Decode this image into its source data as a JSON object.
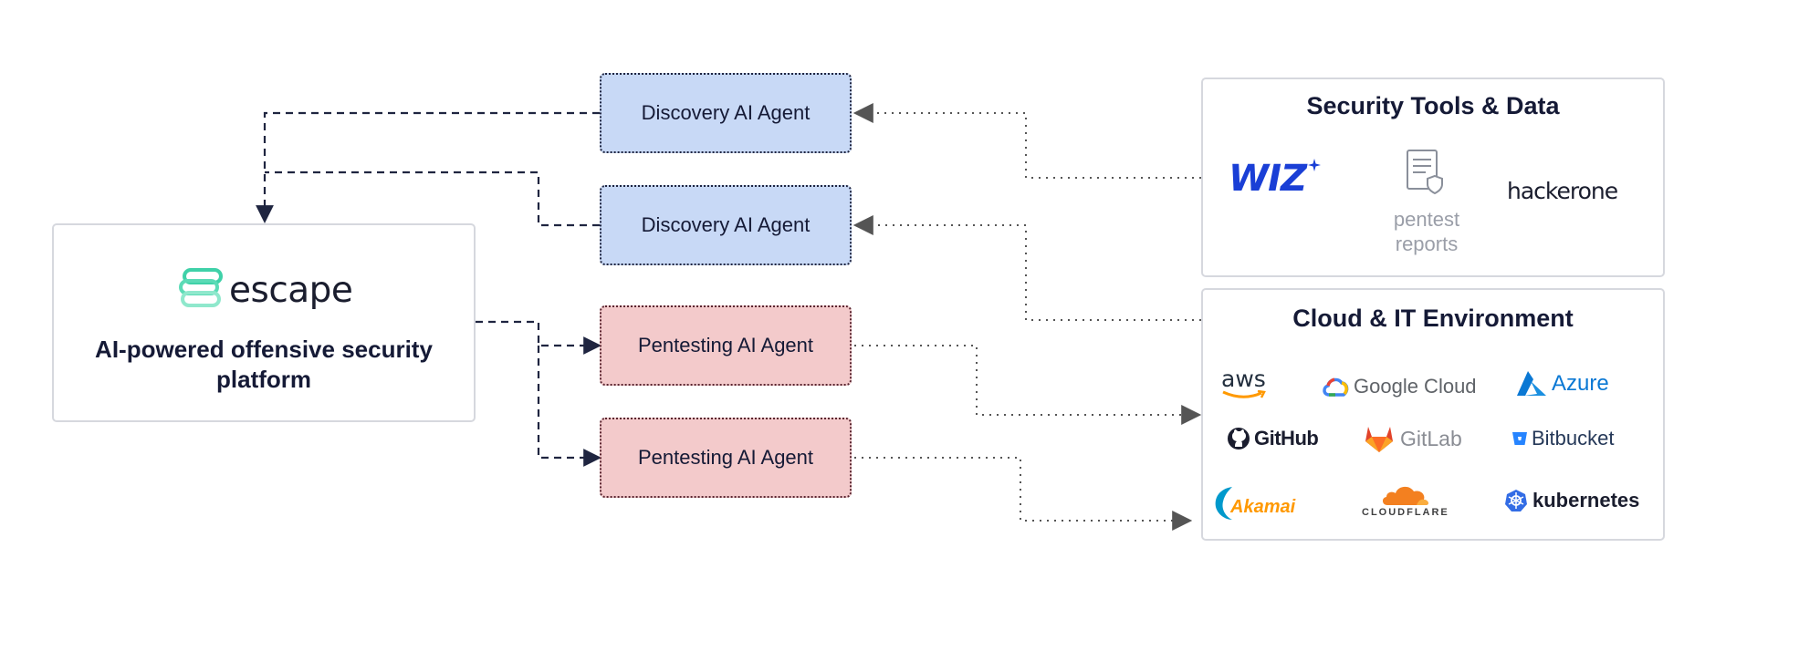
{
  "platform": {
    "logo_text": "escape",
    "description_line1": "AI-powered offensive security",
    "description_line2": "platform"
  },
  "agents": [
    {
      "label": "Discovery AI Agent",
      "kind": "discovery"
    },
    {
      "label": "Discovery AI Agent",
      "kind": "discovery"
    },
    {
      "label": "Pentesting AI Agent",
      "kind": "pentesting"
    },
    {
      "label": "Pentesting AI Agent",
      "kind": "pentesting"
    }
  ],
  "security_tools": {
    "title": "Security Tools & Data",
    "items": [
      {
        "label": "WIZ",
        "icon": "wiz-logo"
      },
      {
        "label_line1": "pentest",
        "label_line2": "reports",
        "icon": "document-shield-icon"
      },
      {
        "label": "hackerone",
        "icon": "hackerone-logo"
      }
    ]
  },
  "cloud_env": {
    "title": "Cloud & IT Environment",
    "items": [
      {
        "label": "aws",
        "icon": "aws-logo"
      },
      {
        "label": "Google Cloud",
        "icon": "google-cloud-logo"
      },
      {
        "label": "Azure",
        "icon": "azure-logo"
      },
      {
        "label": "GitHub",
        "icon": "github-logo"
      },
      {
        "label": "GitLab",
        "icon": "gitlab-logo"
      },
      {
        "label": "Bitbucket",
        "icon": "bitbucket-logo"
      },
      {
        "label": "Akamai",
        "icon": "akamai-logo"
      },
      {
        "label": "CLOUDFLARE",
        "icon": "cloudflare-logo"
      },
      {
        "label": "kubernetes",
        "icon": "kubernetes-logo"
      }
    ]
  },
  "colors": {
    "discovery_fill": "#c8d9f6",
    "pentesting_fill": "#f3cacb",
    "dashed_line": "#1f2540",
    "dotted_line": "#555555",
    "escape_accent": "#3fd1a8",
    "wiz_blue": "#1a3fd6",
    "azure_blue": "#0a78d4",
    "gitlab_orange": "#e2432a",
    "cloudflare_orange": "#f38020",
    "kubernetes_blue": "#326ce5",
    "akamai_blue": "#0099cc"
  }
}
